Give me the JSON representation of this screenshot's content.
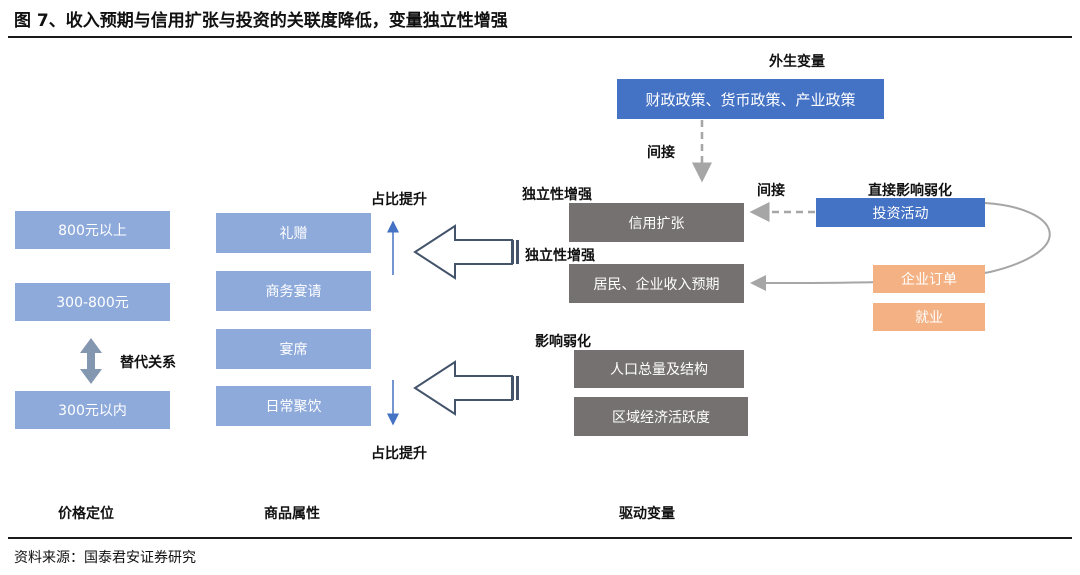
{
  "figure": {
    "title": "图 7、收入预期与信用扩张与投资的关联度降低，变量独立性增强",
    "source": "资料来源：国泰君安证券研究"
  },
  "price_column": {
    "items": [
      "800元以上",
      "300-800元",
      "300元以内"
    ],
    "relation_label": "替代关系",
    "footer": "价格定位"
  },
  "goods_column": {
    "items": [
      "礼赠",
      "商务宴请",
      "宴席",
      "日常聚饮"
    ],
    "top_label": "占比提升",
    "bottom_label": "占比提升",
    "footer": "商品属性"
  },
  "drivers": {
    "exogenous_title": "外生变量",
    "exogenous_box": "财政政策、货币政策、产业政策",
    "indirect_label_1": "间接",
    "indirect_label_2": "间接",
    "independence_label_1": "独立性增强",
    "independence_label_2": "独立性增强",
    "weakened_label_1": "影响弱化",
    "weakened_label_2": "直接影响弱化",
    "credit_box": "信用扩张",
    "income_box": "居民、企业收入预期",
    "investment_box": "投资活动",
    "orders_box": "企业订单",
    "employment_box": "就业",
    "population_box": "人口总量及结构",
    "region_box": "区域经济活跃度",
    "footer": "驱动变量"
  },
  "colors": {
    "light_blue": "#8eaadb",
    "dark_blue": "#4472c4",
    "gray": "#767171",
    "orange": "#f4b183"
  }
}
